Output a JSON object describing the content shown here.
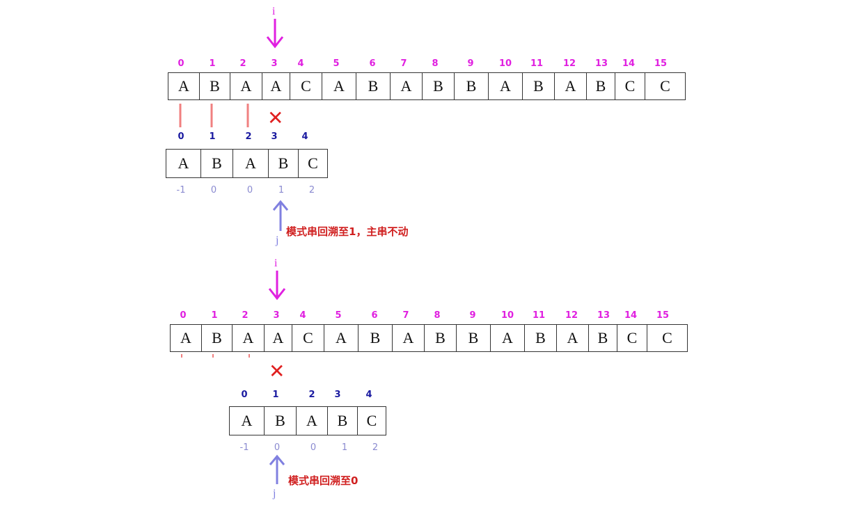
{
  "diagram1": {
    "pointer_i": "i",
    "main_indices": [
      "0",
      "1",
      "2",
      "3",
      "4",
      "5",
      "6",
      "7",
      "8",
      "9",
      "10",
      "11",
      "12",
      "13",
      "14",
      "15"
    ],
    "main_chars": [
      "A",
      "B",
      "A",
      "A",
      "C",
      "A",
      "B",
      "A",
      "B",
      "B",
      "A",
      "B",
      "A",
      "B",
      "C",
      "C"
    ],
    "pattern_indices": [
      "0",
      "1",
      "2",
      "3",
      "4"
    ],
    "pattern_chars": [
      "A",
      "B",
      "A",
      "B",
      "C"
    ],
    "next_values": [
      "-1",
      "0",
      "0",
      "1",
      "2"
    ],
    "pointer_j": "j",
    "mismatch": "✕",
    "note": "模式串回溯至1，主串不动"
  },
  "diagram2": {
    "pointer_i": "i",
    "main_indices": [
      "0",
      "1",
      "2",
      "3",
      "4",
      "5",
      "6",
      "7",
      "8",
      "9",
      "10",
      "11",
      "12",
      "13",
      "14",
      "15"
    ],
    "main_chars": [
      "A",
      "B",
      "A",
      "A",
      "C",
      "A",
      "B",
      "A",
      "B",
      "B",
      "A",
      "B",
      "A",
      "B",
      "C",
      "C"
    ],
    "pattern_indices": [
      "0",
      "1",
      "2",
      "3",
      "4"
    ],
    "pattern_chars": [
      "A",
      "B",
      "A",
      "B",
      "C"
    ],
    "next_values": [
      "-1",
      "0",
      "0",
      "1",
      "2"
    ],
    "pointer_j": "j",
    "mismatch": "✕",
    "note": "模式串回溯至0"
  },
  "colors": {
    "pointer_i": "#e020e0",
    "pointer_j": "#8080e0",
    "match_line": "#f08080",
    "mismatch": "#e02020",
    "main_index": "#e020e0",
    "pattern_index": "#1a1aa0",
    "next_value": "#8a8ad0",
    "note": "#d02020"
  }
}
